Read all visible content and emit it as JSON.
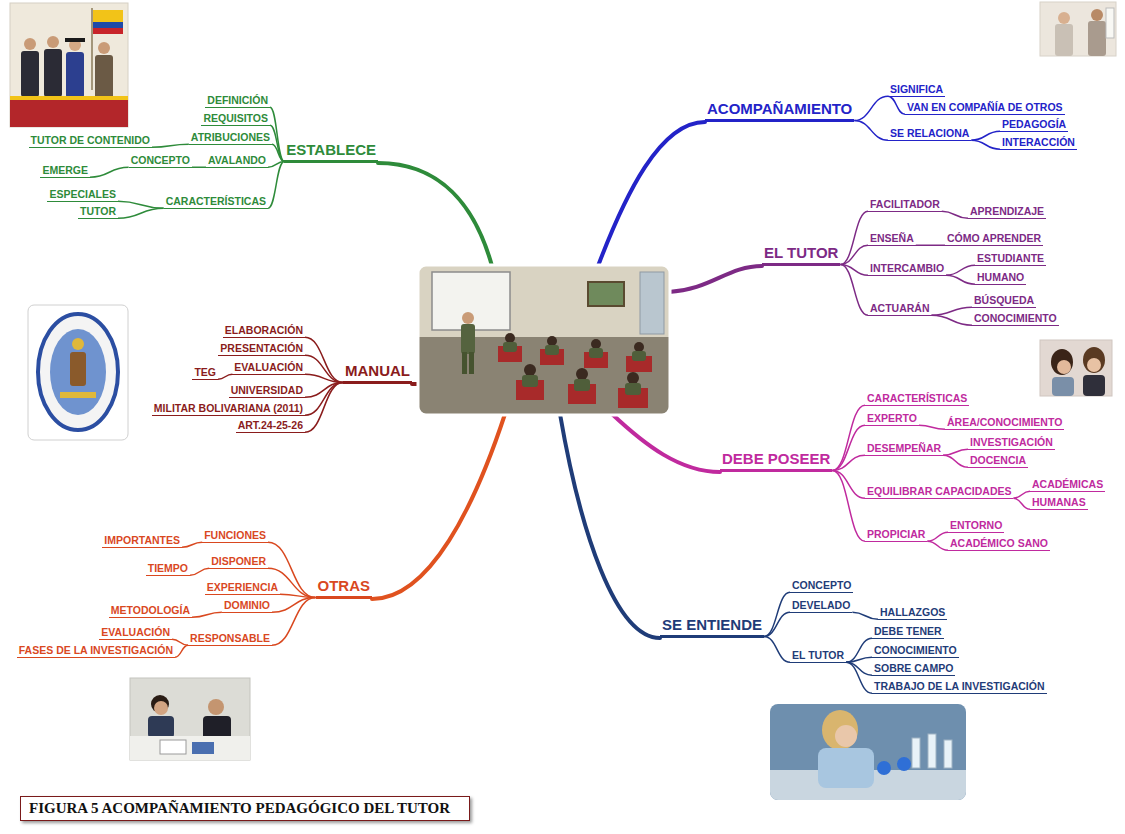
{
  "diagram": {
    "caption": "FIGURA 5 ACOMPAÑAMIENTO PEDAGÓGICO DEL TUTOR",
    "nodes": [
      {
        "text": [
          "ESTABLECE"
        ]
      },
      {
        "text": [
          "DEFINICIÓN"
        ]
      },
      {
        "text": [
          "REQUISITOS"
        ]
      },
      {
        "text": [
          "ATRIBUCIONES"
        ]
      },
      {
        "text": [
          "TUTOR DE CONTENIDO"
        ]
      },
      {
        "text": [
          "AVALANDO"
        ]
      },
      {
        "text": [
          "CONCEPTO"
        ]
      },
      {
        "text": [
          "EMERGE"
        ]
      },
      {
        "text": [
          "CARACTERÍSTICAS"
        ]
      },
      {
        "text": [
          "ESPECIALES"
        ]
      },
      {
        "text": [
          "TUTOR"
        ]
      },
      {
        "text": [
          "ACOMPAÑAMIENTO"
        ]
      },
      {
        "text": [
          "SIGNIFICA"
        ]
      },
      {
        "text": [
          "VAN EN COMPAÑÍA DE OTROS"
        ]
      },
      {
        "text": [
          "SE RELACIONA"
        ]
      },
      {
        "text": [
          "PEDAGOGÍA"
        ]
      },
      {
        "text": [
          "INTERACCIÓN"
        ]
      },
      {
        "text": [
          "EL TUTOR"
        ]
      },
      {
        "text": [
          "FACILITADOR"
        ]
      },
      {
        "text": [
          "APRENDIZAJE"
        ]
      },
      {
        "text": [
          "ENSEÑA"
        ]
      },
      {
        "text": [
          "CÓMO APRENDER"
        ]
      },
      {
        "text": [
          "INTERCAMBIO"
        ]
      },
      {
        "text": [
          "ESTUDIANTE"
        ]
      },
      {
        "text": [
          "HUMANO"
        ]
      },
      {
        "text": [
          "ACTUARÁN"
        ]
      },
      {
        "text": [
          "BÚSQUEDA"
        ]
      },
      {
        "text": [
          "CONOCIMIENTO"
        ]
      },
      {
        "text": [
          "MANUAL"
        ]
      },
      {
        "text": [
          "ELABORACIÓN"
        ]
      },
      {
        "text": [
          "PRESENTACIÓN"
        ]
      },
      {
        "text": [
          "EVALUACIÓN"
        ]
      },
      {
        "text": [
          "TEG"
        ]
      },
      {
        "text": [
          "UNIVERSIDAD"
        ]
      },
      {
        "text": [
          "MILITAR BOLIVARIANA (2011)"
        ]
      },
      {
        "text": [
          "ART.24-25-26"
        ]
      },
      {
        "text": [
          "DEBE POSEER"
        ]
      },
      {
        "text": [
          "CARACTERÍSTICAS"
        ]
      },
      {
        "text": [
          "EXPERTO"
        ]
      },
      {
        "text": [
          "ÁREA/CONOCIMIENTO"
        ]
      },
      {
        "text": [
          "DESEMPEÑAR"
        ]
      },
      {
        "text": [
          "INVESTIGACIÓN"
        ]
      },
      {
        "text": [
          "DOCENCIA"
        ]
      },
      {
        "text": [
          "EQUILIBRAR CAPACIDADES"
        ]
      },
      {
        "text": [
          "ACADÉMICAS"
        ]
      },
      {
        "text": [
          "HUMANAS"
        ]
      },
      {
        "text": [
          "PROPICIAR"
        ]
      },
      {
        "text": [
          "ENTORNO"
        ]
      },
      {
        "text": [
          "ACADÉMICO SANO"
        ]
      },
      {
        "text": [
          "OTRAS"
        ]
      },
      {
        "text": [
          "FUNCIONES"
        ]
      },
      {
        "text": [
          "IMPORTANTES"
        ]
      },
      {
        "text": [
          "DISPONER"
        ]
      },
      {
        "text": [
          "TIEMPO"
        ]
      },
      {
        "text": [
          "EXPERIENCIA"
        ]
      },
      {
        "text": [
          "DOMINIO"
        ]
      },
      {
        "text": [
          "METODOLOGÍA"
        ]
      },
      {
        "text": [
          "RESPONSABLE"
        ]
      },
      {
        "text": [
          "EVALUACIÓN"
        ]
      },
      {
        "text": [
          "FASES DE LA INVESTIGACIÓN"
        ]
      },
      {
        "text": [
          "SE ENTIENDE"
        ]
      },
      {
        "text": [
          "CONCEPTO"
        ]
      },
      {
        "text": [
          "DEVELADO"
        ]
      },
      {
        "text": [
          "HALLAZGOS"
        ]
      },
      {
        "text": [
          "EL TUTOR"
        ]
      },
      {
        "text": [
          "DEBE TENER"
        ]
      },
      {
        "text": [
          "CONOCIMIENTO"
        ]
      },
      {
        "text": [
          "SOBRE CAMPO"
        ]
      },
      {
        "text": [
          "TRABAJO DE LA INVESTIGACIÓN"
        ]
      }
    ],
    "edges": [
      {
        "from": 0,
        "to": 1,
        "arrow": "none"
      },
      {
        "from": 0,
        "to": 2,
        "arrow": "none"
      },
      {
        "from": 0,
        "to": 3,
        "arrow": "none"
      },
      {
        "from": 3,
        "to": 4,
        "arrow": "none"
      },
      {
        "from": 0,
        "to": 5,
        "arrow": "none"
      },
      {
        "from": 5,
        "to": 6,
        "arrow": "none"
      },
      {
        "from": 6,
        "to": 7,
        "arrow": "none"
      },
      {
        "from": 0,
        "to": 8,
        "arrow": "none"
      },
      {
        "from": 8,
        "to": 9,
        "arrow": "none"
      },
      {
        "from": 8,
        "to": 10,
        "arrow": "none"
      },
      {
        "from": 11,
        "to": 12,
        "arrow": "none"
      },
      {
        "from": 12,
        "to": 13,
        "arrow": "none"
      },
      {
        "from": 11,
        "to": 14,
        "arrow": "none"
      },
      {
        "from": 14,
        "to": 15,
        "arrow": "none"
      },
      {
        "from": 14,
        "to": 16,
        "arrow": "none"
      },
      {
        "from": 17,
        "to": 18,
        "arrow": "none"
      },
      {
        "from": 18,
        "to": 19,
        "arrow": "none"
      },
      {
        "from": 17,
        "to": 20,
        "arrow": "none"
      },
      {
        "from": 20,
        "to": 21,
        "arrow": "none"
      },
      {
        "from": 17,
        "to": 22,
        "arrow": "none"
      },
      {
        "from": 22,
        "to": 23,
        "arrow": "none"
      },
      {
        "from": 22,
        "to": 24,
        "arrow": "none"
      },
      {
        "from": 17,
        "to": 25,
        "arrow": "none"
      },
      {
        "from": 25,
        "to": 26,
        "arrow": "none"
      },
      {
        "from": 25,
        "to": 27,
        "arrow": "none"
      },
      {
        "from": 28,
        "to": 29,
        "arrow": "none"
      },
      {
        "from": 28,
        "to": 30,
        "arrow": "none"
      },
      {
        "from": 28,
        "to": 31,
        "arrow": "none"
      },
      {
        "from": 31,
        "to": 32,
        "arrow": "none"
      },
      {
        "from": 28,
        "to": 33,
        "arrow": "none"
      },
      {
        "from": 28,
        "to": 34,
        "arrow": "none"
      },
      {
        "from": 28,
        "to": 35,
        "arrow": "none"
      },
      {
        "from": 36,
        "to": 37,
        "arrow": "none"
      },
      {
        "from": 36,
        "to": 38,
        "arrow": "none"
      },
      {
        "from": 38,
        "to": 39,
        "arrow": "none"
      },
      {
        "from": 36,
        "to": 40,
        "arrow": "none"
      },
      {
        "from": 40,
        "to": 41,
        "arrow": "none"
      },
      {
        "from": 40,
        "to": 42,
        "arrow": "none"
      },
      {
        "from": 36,
        "to": 43,
        "arrow": "none"
      },
      {
        "from": 43,
        "to": 44,
        "arrow": "none"
      },
      {
        "from": 43,
        "to": 45,
        "arrow": "none"
      },
      {
        "from": 36,
        "to": 46,
        "arrow": "none"
      },
      {
        "from": 46,
        "to": 47,
        "arrow": "none"
      },
      {
        "from": 46,
        "to": 48,
        "arrow": "none"
      },
      {
        "from": 49,
        "to": 50,
        "arrow": "none"
      },
      {
        "from": 50,
        "to": 51,
        "arrow": "none"
      },
      {
        "from": 49,
        "to": 52,
        "arrow": "none"
      },
      {
        "from": 52,
        "to": 53,
        "arrow": "none"
      },
      {
        "from": 49,
        "to": 54,
        "arrow": "none"
      },
      {
        "from": 49,
        "to": 55,
        "arrow": "none"
      },
      {
        "from": 55,
        "to": 56,
        "arrow": "none"
      },
      {
        "from": 49,
        "to": 57,
        "arrow": "none"
      },
      {
        "from": 57,
        "to": 58,
        "arrow": "none"
      },
      {
        "from": 57,
        "to": 59,
        "arrow": "none"
      },
      {
        "from": 60,
        "to": 61,
        "arrow": "none"
      },
      {
        "from": 60,
        "to": 62,
        "arrow": "none"
      },
      {
        "from": 62,
        "to": 63,
        "arrow": "none"
      },
      {
        "from": 60,
        "to": 64,
        "arrow": "none"
      },
      {
        "from": 64,
        "to": 65,
        "arrow": "none"
      },
      {
        "from": 64,
        "to": 66,
        "arrow": "none"
      },
      {
        "from": 64,
        "to": 67,
        "arrow": "none"
      },
      {
        "from": 64,
        "to": 68,
        "arrow": "none"
      }
    ]
  }
}
